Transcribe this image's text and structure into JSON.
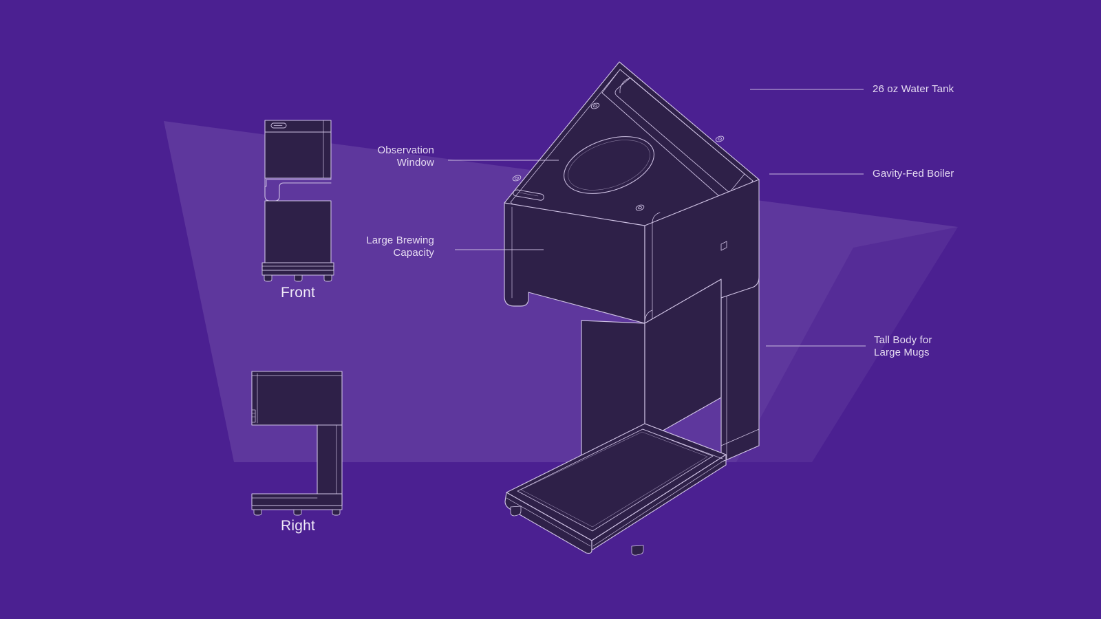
{
  "scene": {
    "title": "Coffee Brewer Technical Illustration",
    "background_color": "#4b2091",
    "highlight_polygon_color": "#5f3a9e",
    "product_fill_color": "#2e2048",
    "line_color": "#cfc2e4",
    "text_color": "#e6dcf2"
  },
  "orthographic_views": [
    {
      "id": "front",
      "caption": "Front"
    },
    {
      "id": "right",
      "caption": "Right"
    }
  ],
  "callouts": [
    {
      "id": "water-tank",
      "text": "26 oz Water Tank",
      "side": "right",
      "lines": [
        "26 oz Water Tank"
      ]
    },
    {
      "id": "boiler",
      "text": "Gavity-Fed Boiler",
      "side": "right",
      "lines": [
        "Gavity-Fed Boiler"
      ]
    },
    {
      "id": "tall-body",
      "text": "Tall Body for\nLarge Mugs",
      "side": "right",
      "lines": [
        "Tall Body for",
        "Large Mugs"
      ]
    },
    {
      "id": "observation-window",
      "text": "Observation\nWindow",
      "side": "left",
      "lines": [
        "Observation",
        "Window"
      ]
    },
    {
      "id": "brewing-capacity",
      "text": "Large Brewing\nCapacity",
      "side": "left",
      "lines": [
        "Large Brewing",
        "Capacity"
      ]
    }
  ]
}
